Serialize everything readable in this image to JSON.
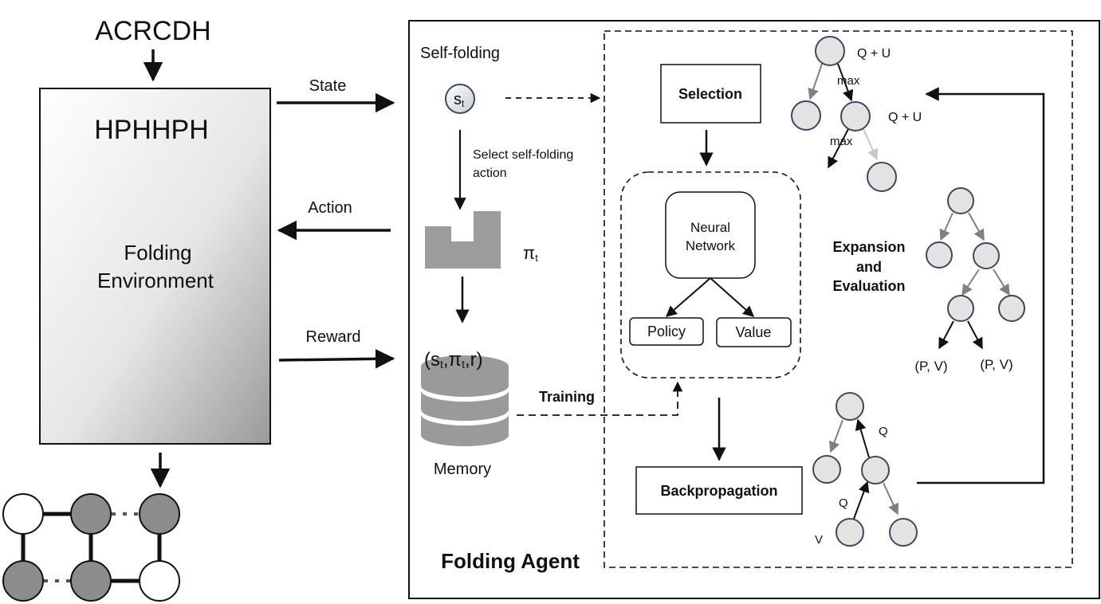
{
  "environment": {
    "sequence_letters": "ACRCDH",
    "sequence_hp": "HPHHPH",
    "box_label_line1": "Folding",
    "box_label_line2": "Environment"
  },
  "signals": {
    "state": "State",
    "action": "Action",
    "reward": "Reward"
  },
  "agent": {
    "title": "Folding Agent",
    "self_folding": "Self-folding",
    "state_symbol": "s",
    "subscript_t": "t",
    "select_action_line1": "Select self-folding",
    "select_action_line2": "action",
    "policy_symbol": "π",
    "memory_tuple_open": "(s",
    "memory_tuple_pi": ",π",
    "memory_tuple_close": ",r)",
    "memory_label": "Memory",
    "training_label": "Training"
  },
  "mcts": {
    "selection": "Selection",
    "neural_network_line1": "Neural",
    "neural_network_line2": "Network",
    "policy": "Policy",
    "value": "Value",
    "expansion_line1": "Expansion",
    "expansion_line2": "and",
    "expansion_line3": "Evaluation",
    "backpropagation": "Backpropagation",
    "q_plus_u": "Q + U",
    "max": "max",
    "p_v": "(P, V)",
    "q": "Q",
    "v": "V"
  },
  "colors": {
    "node_fill": "#e3e3e3",
    "node_stroke": "#3a4a5a",
    "dark_residue": "#8c8c8c",
    "arrow_gray": "#808080",
    "light_arrow": "#c8c8c8"
  }
}
